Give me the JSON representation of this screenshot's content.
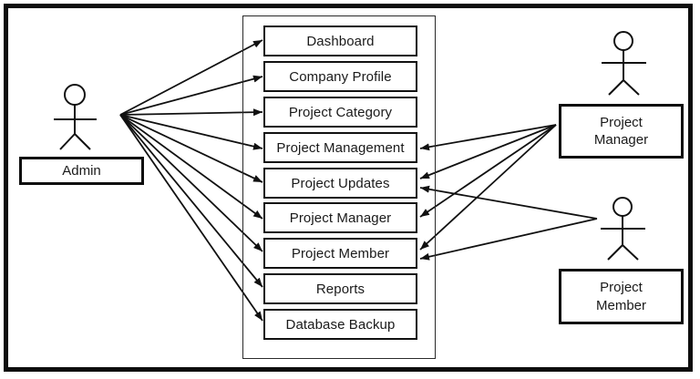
{
  "diagram": {
    "kind": "use-case-diagram",
    "colors": {
      "ink": "#111111",
      "background": "#ffffff"
    }
  },
  "actors": {
    "admin": {
      "label": "Admin"
    },
    "project_manager": {
      "label": "Project\nManager"
    },
    "project_member": {
      "label": "Project\nMember"
    }
  },
  "use_cases": {
    "items": [
      "Dashboard",
      "Company Profile",
      "Project Category",
      "Project Management",
      "Project Updates",
      "Project Manager",
      "Project Member",
      "Reports",
      "Database Backup"
    ]
  },
  "connections": {
    "admin": [
      "Dashboard",
      "Company Profile",
      "Project Category",
      "Project Management",
      "Project Updates",
      "Project Manager",
      "Project Member",
      "Reports",
      "Database Backup"
    ],
    "project_manager": [
      "Project Management",
      "Project Updates",
      "Project Manager",
      "Project Member"
    ],
    "project_member": [
      "Project Updates",
      "Project Member"
    ]
  }
}
